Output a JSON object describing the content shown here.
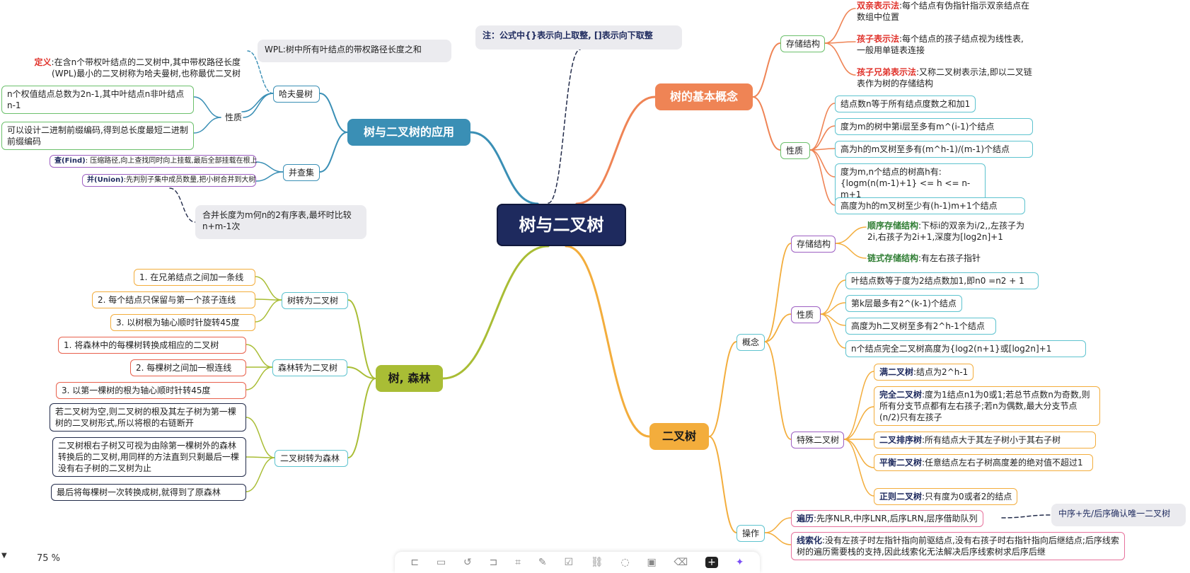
{
  "root": "树与二叉树",
  "branches": {
    "basic": "树的基本概念",
    "app": "树与二叉树的应用",
    "forest": "树, 森林",
    "binary": "二叉树"
  },
  "note_formula": "注：公式中{}表示向上取整, []表示向下取整",
  "basic": {
    "storage": "存储结构",
    "storage_items": [
      {
        "kw": "双亲表示法",
        "text": ":每个结点有伪指针指示双亲结点在数组中位置"
      },
      {
        "kw": "孩子表示法",
        "text": ":每个结点的孩子结点视为线性表,一般用单链表连接"
      },
      {
        "kw": "孩子兄弟表示法",
        "text": ":又称二叉树表示法,即以二叉链表作为树的存储结构"
      }
    ],
    "props": "性质",
    "prop_items": [
      "结点数n等于所有结点度数之和加1",
      "度为m的树中第i层至多有m^(i-1)个结点",
      "高为h的m叉树至多有(m^h-1)/(m-1)个结点",
      "度为m,n个结点的树高h有: {logm(n(m-1)+1} <= h <= n-m+1",
      "高度为h的m叉树至少有(h-1)m+1个结点"
    ]
  },
  "binary": {
    "concept": "概念",
    "storage": "存储结构",
    "storage_items": [
      {
        "kw": "顺序存储结构",
        "text": ":下标i的双亲为i/2,,左孩子为2i,右孩子为2i+1,深度为[log2n]+1"
      },
      {
        "kw": "链式存储结构",
        "text": ":有左右孩子指针"
      }
    ],
    "props": "性质",
    "prop_items": [
      "叶结点数等于度为2结点数加1,即n0 =n2 + 1",
      "第k层最多有2^(k-1)个结点",
      "高度为h二叉树至多有2^h-1个结点",
      "n个结点完全二叉树高度为{log2(n+1}或[log2n]+1"
    ],
    "special": "特殊二叉树",
    "special_items": [
      {
        "kw": "满二叉树",
        "text": ":结点为2^h-1"
      },
      {
        "kw": "完全二叉树",
        "text": ":度为1结点n1为0或1;若总节点数n为奇数,则所有分支节点都有左右孩子;若n为偶数,最大分支节点(n/2)只有左孩子"
      },
      {
        "kw": "二叉排序树",
        "text": ":所有结点大于其左子树小于其右子树"
      },
      {
        "kw": "平衡二叉树",
        "text": ":任意结点左右子树高度差的绝对值不超过1"
      },
      {
        "kw": "正则二叉树",
        "text": ":只有度为0或者2的结点"
      }
    ],
    "ops": "操作",
    "op_items": [
      {
        "kw": "遍历",
        "text": ":先序NLR,中序LNR,后序LRN,层序借助队列"
      },
      {
        "kw": "线索化",
        "text": ":没有左孩子时左指针指向前驱结点,没有右孩子时右指针指向后继结点;后序线索树的遍历需要栈的支持,因此线索化无法解决后序线索树求后序后继"
      }
    ],
    "op_note": "中序+先/后序确认唯一二叉树"
  },
  "app": {
    "huffman": "哈夫曼树",
    "wpl": "WPL:树中所有叶结点的带权路径长度之和",
    "def_kw": "定义",
    "def_text": ":在含n个带权叶结点的二叉树中,其中带权路径长度(WPL)最小的二叉树称为哈夫曼树,也称最优二叉树",
    "props": "性质",
    "prop_items": [
      "n个权值结点总数为2n-1,其中叶结点n非叶结点n-1",
      "可以设计二进制前缀编码,得到总长度最短二进制前缀编码"
    ],
    "ufs": "并查集",
    "ufs_items": [
      {
        "kw": "查(Find)",
        "text": ": 压缩路径,向上查找同时向上挂载,最后全部挂载在根上"
      },
      {
        "kw": "并(Union)",
        "text": ":先判别子集中成员数量,把小树合并到大树"
      }
    ],
    "merge_note": "合并长度为m何n的2有序表,最坏时比较n+m-1次"
  },
  "forest": {
    "t2b": "树转为二叉树",
    "t2b_items": [
      "1. 在兄弟结点之间加一条线",
      "2. 每个结点只保留与第一个孩子连线",
      "3. 以树根为轴心顺时针旋转45度"
    ],
    "f2b": "森林转为二叉树",
    "f2b_items": [
      "1. 将森林中的每棵树转换成相应的二叉树",
      "2. 每棵树之间加一根连线",
      "3. 以第一棵树的根为轴心顺时针转45度"
    ],
    "b2f": "二叉树转为森林",
    "b2f_items": [
      "若二叉树为空,则二叉树的根及其左子树为第一棵树的二叉树形式,所以将根的右链断开",
      "二叉树根右子树又可视为由除第一棵树外的森林转换后的二叉树,用同样的方法直到只剩最后一棵没有右子树的二叉树为止",
      "最后将每棵树一次转换成树,就得到了原森林"
    ]
  },
  "zoom": "75 %",
  "colors": {
    "root": "#1e2a5e",
    "basic": "#ef8455",
    "app": "#3a8fb5",
    "forest": "#a9bd35",
    "binary": "#f3ad3c",
    "green": "#6cc06c",
    "cyan": "#5ec3cf",
    "purple": "#9d5fc2",
    "red": "#e8604c",
    "navy": "#222b4a",
    "kw_red": "#e0322b",
    "kw_green": "#2e7d32",
    "kw_navy": "#1e2a5e"
  }
}
